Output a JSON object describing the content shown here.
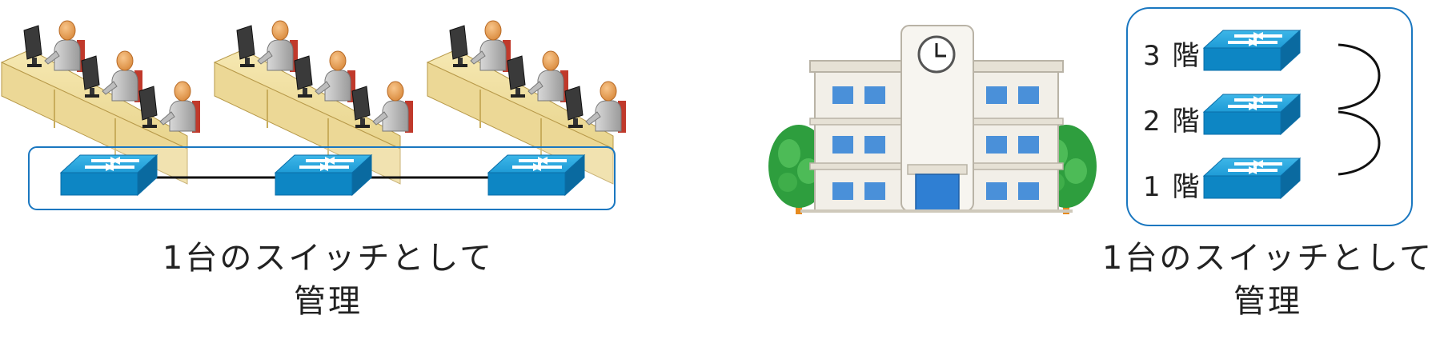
{
  "left_panel": {
    "caption_line1": "1台のスイッチとして",
    "caption_line2": "管理",
    "switch_count": 3,
    "colors": {
      "switch_top": "#2aa7de",
      "switch_side": "#0b78b6",
      "group_border": "#1a77c0",
      "desk": "#f0dfa0"
    }
  },
  "right_panel": {
    "floors": [
      {
        "label": "3 階"
      },
      {
        "label": "2 階"
      },
      {
        "label": "1 階"
      }
    ],
    "caption_line1": "1台のスイッチとして",
    "caption_line2": "管理",
    "colors": {
      "stack_border": "#1a77c0",
      "building_wall": "#f2efe8",
      "window": "#4a90d9",
      "tree": "#2e9e3e"
    }
  }
}
